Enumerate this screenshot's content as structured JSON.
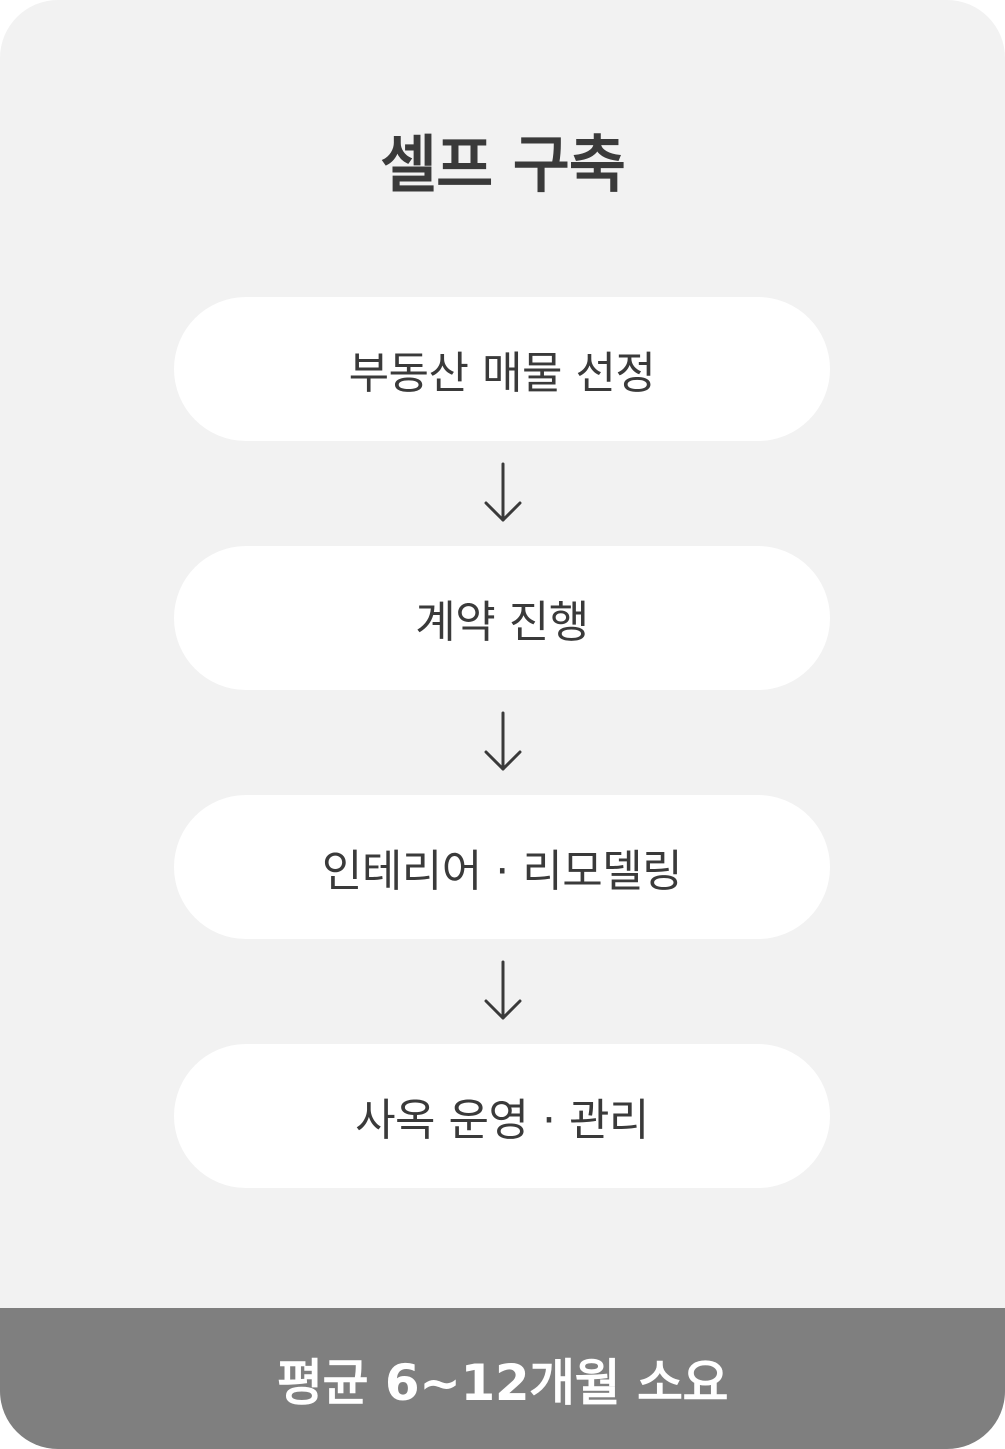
{
  "title": "셀프 구축",
  "steps": [
    {
      "label": "부동산 매물 선정"
    },
    {
      "label": "계약 진행"
    },
    {
      "label": "인테리어 · 리모델링"
    },
    {
      "label": "사옥 운영 · 관리"
    }
  ],
  "footer": {
    "text": "평균 6~12개월 소요"
  },
  "colors": {
    "card_background": "#f2f2f2",
    "step_background": "#ffffff",
    "text": "#3a3a3a",
    "footer_background": "#7f7f7f",
    "footer_text": "#ffffff",
    "arrow": "#3a3a3a"
  },
  "icons": {
    "arrow": "arrow-down-icon"
  }
}
